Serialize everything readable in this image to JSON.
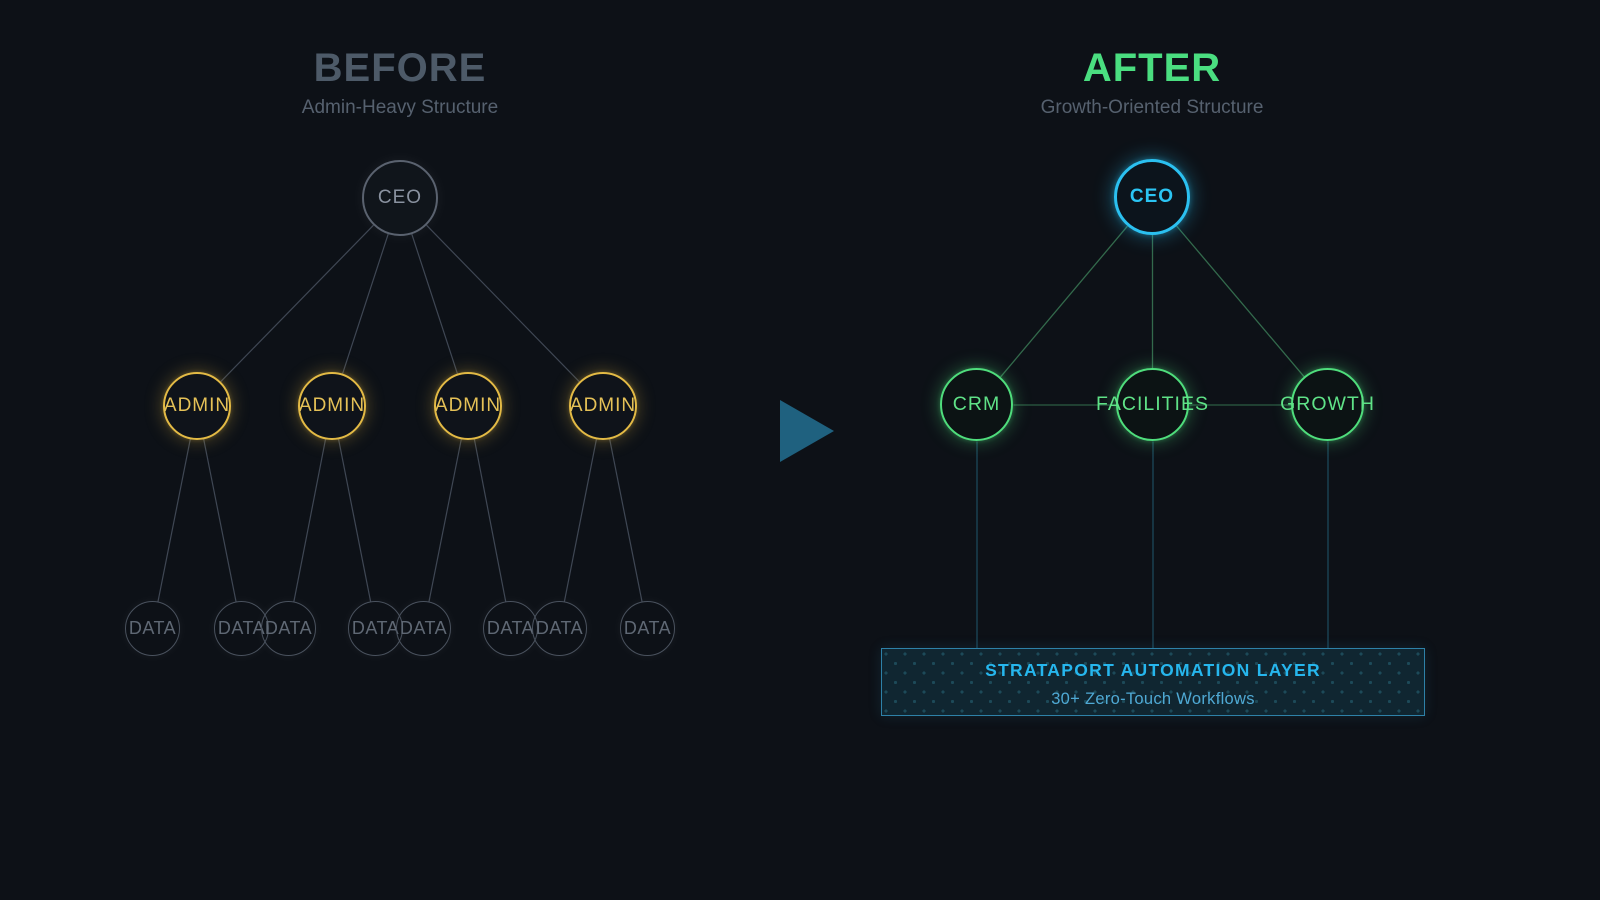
{
  "before": {
    "title": "BEFORE",
    "subtitle": "Admin-Heavy Structure",
    "root_label": "CEO",
    "admin_labels": [
      "ADMIN",
      "ADMIN",
      "ADMIN",
      "ADMIN"
    ],
    "data_labels": [
      "DATA",
      "DATA",
      "DATA",
      "DATA",
      "DATA",
      "DATA",
      "DATA",
      "DATA"
    ]
  },
  "after": {
    "title": "AFTER",
    "subtitle": "Growth-Oriented Structure",
    "root_label": "CEO",
    "dept_labels": [
      "CRM",
      "FACILITIES",
      "GROWTH"
    ],
    "automation_box": {
      "title": "STRATAPORT AUTOMATION LAYER",
      "subtitle": "30+ Zero-Touch Workflows"
    }
  },
  "icons": {
    "transform_arrow": "right-pointing-triangle"
  },
  "colors": {
    "background": "#0d1117",
    "before_title": "#4d5a68",
    "after_title": "#4ade80",
    "subtitle_gray": "#56616f",
    "gray_node": "#5a626f",
    "gold_node": "#e3ba45",
    "cyan_node": "#2bc0f0",
    "green_node": "#4fdd7c",
    "arrow": "#1f617f",
    "automation_border": "#2e81a8",
    "automation_title": "#26b6ed",
    "automation_subtitle": "#4fa9d4"
  }
}
